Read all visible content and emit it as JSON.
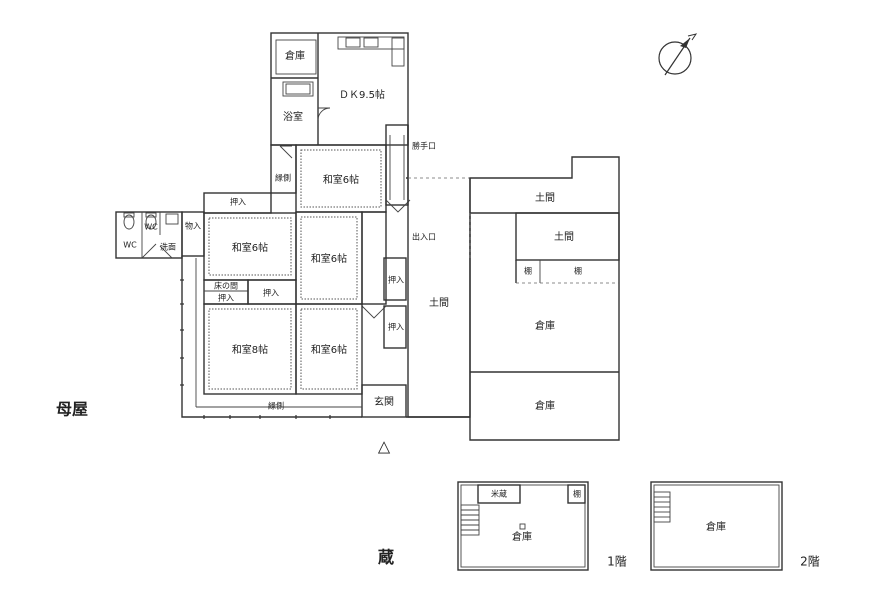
{
  "main_house": {
    "title": "母屋",
    "rooms": {
      "storage_top": "倉庫",
      "dk": "ＤＫ9.5帖",
      "bath": "浴室",
      "kitchen_door": "勝手口",
      "veranda_side": "縁側",
      "washitsu_6a": "和室6帖",
      "oshiire_a": "押入",
      "closet": "物入",
      "wc1": "WC",
      "wc2": "WC",
      "washroom": "洗面",
      "washitsu_6b": "和室6帖",
      "washitsu_6c": "和室6帖",
      "entrance_door": "出入口",
      "tokonoma": "床の間",
      "oshiire_b": "押入",
      "oshiire_c": "押入",
      "oshiire_d": "押入",
      "oshiire_e": "押入",
      "doma_main": "土間",
      "washitsu_8": "和室8帖",
      "washitsu_6d": "和室6帖",
      "genkan": "玄関",
      "veranda_bottom": "縁側"
    }
  },
  "annex": {
    "doma_top": "土間",
    "doma_second": "土間",
    "shelf_a": "棚",
    "shelf_b": "棚",
    "storage_a": "倉庫",
    "storage_b": "倉庫"
  },
  "kura": {
    "title": "蔵",
    "floor1": {
      "rice_storage": "米蔵",
      "shelf": "棚",
      "storage": "倉庫",
      "label": "1階"
    },
    "floor2": {
      "storage": "倉庫",
      "label": "2階"
    }
  },
  "symbols": {
    "entrance_marker": "△"
  },
  "icons": {
    "compass": "north-compass-icon"
  }
}
